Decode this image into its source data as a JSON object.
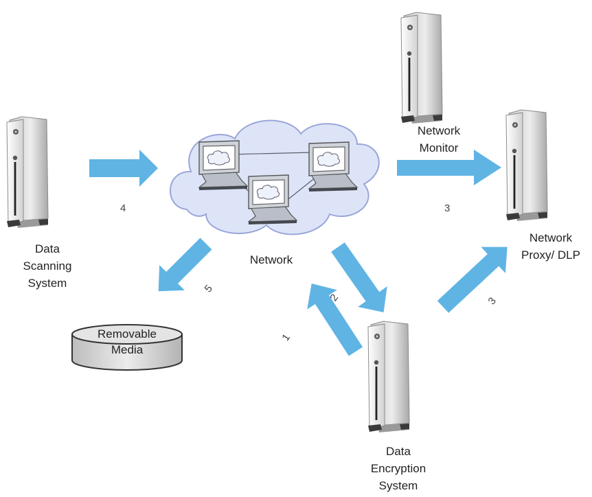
{
  "nodes": {
    "network_label": "Network",
    "network_monitor_label": "Network Monitor",
    "network_proxy_label": "Network Proxy/ DLP",
    "data_scanning_label": "Data Scanning System",
    "data_encryption_label": "Data Encryption System",
    "removable_media_label": "Removable Media"
  },
  "flows": {
    "scan_to_network": "4",
    "network_to_media": "5",
    "encryption_to_network": "1",
    "network_to_encryption": "2",
    "network_to_proxy": "3",
    "encryption_to_proxy": "3"
  },
  "colors": {
    "arrow": "#5fb4e4",
    "cloud_fill": "#dde4f8",
    "cloud_stroke": "#9aa6d8",
    "server_body": "#d8d8d8",
    "server_face": "#f3f3f3",
    "media_fill": "#d9d9d9"
  },
  "icons": {
    "server": "server-tower-icon",
    "workstation": "workstation-icon",
    "cloud": "cloud-icon",
    "media": "cylinder-icon",
    "arrow": "block-arrow-icon"
  }
}
